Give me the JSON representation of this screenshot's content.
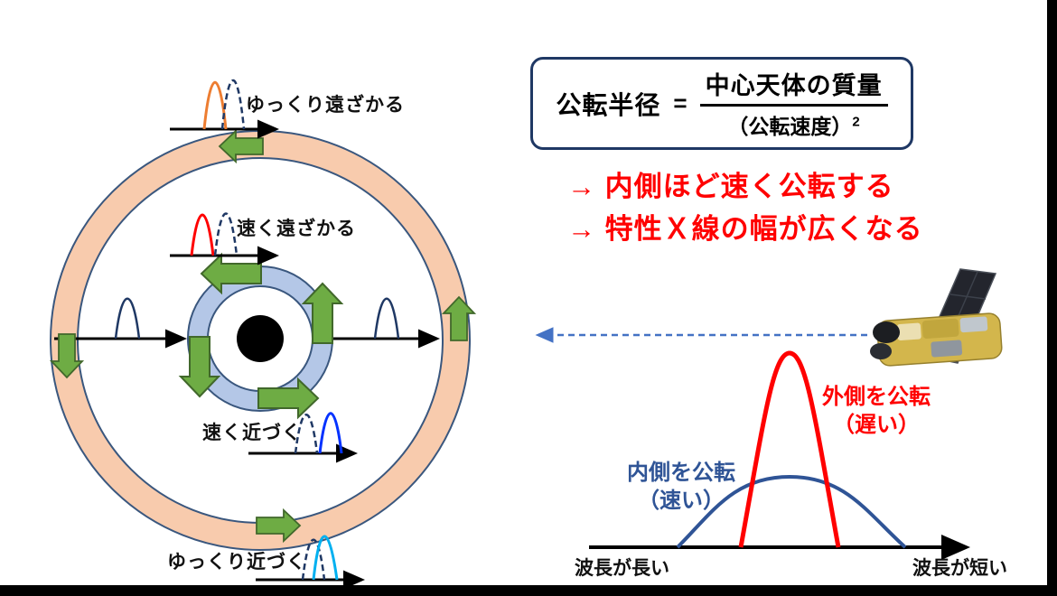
{
  "slide": {
    "formula": {
      "lhs": "公転半径",
      "equals": "=",
      "numerator": "中心天体の質量",
      "denominator": "（公転速度）",
      "exponent": "2"
    },
    "conclusions": {
      "line1": "→ 内側ほど速く公転する",
      "line2": "→ 特性Ｘ線の幅が広くなる"
    },
    "orbit_diagram": {
      "label_outer_recede": "ゆっくり遠ざかる",
      "label_inner_recede": "速く遠ざかる",
      "label_inner_approach": "速く近づく",
      "label_outer_approach": "ゆっくり近づく"
    },
    "spectrum_chart": {
      "label_outer_line1": "外側を公転",
      "label_outer_line2": "（遅い）",
      "label_inner_line1": "内側を公転",
      "label_inner_line2": "（速い）",
      "xaxis_left": "波長が長い",
      "xaxis_right": "波長が短い"
    },
    "colors": {
      "outer_ring_fill": "#F8CBAD",
      "inner_ring_fill": "#B4C7E7",
      "ring_outline": "#3A577E",
      "green_arrow": "#6EAC44",
      "green_arrow_border": "#41682B",
      "peak_orange": "#ED7D31",
      "peak_red": "#FF0000",
      "peak_blue": "#0432FF",
      "peak_lightblue": "#00B0F0",
      "peak_dashed_navy": "#1F3864",
      "dashed_sight_arrow": "#4472C4",
      "curve_red": "#FF0000",
      "curve_blue": "#2F5496",
      "accent_text_red": "#FF0000",
      "formula_border_navy": "#1F3864"
    }
  },
  "chart_data": {
    "type": "line",
    "title": "",
    "xlabel_left": "波長が長い",
    "xlabel_right": "波長が短い",
    "ylabel": "",
    "grid": false,
    "legend_position": "inline-labels",
    "series": [
      {
        "name": "外側を公転（遅い）",
        "color": "#FF0000",
        "profile": "narrow-tall",
        "relative_peak_height": 1.0,
        "relative_width": 0.26,
        "center": "middle"
      },
      {
        "name": "内側を公転（速い）",
        "color": "#2F5496",
        "profile": "broad-short",
        "relative_peak_height": 0.36,
        "relative_width": 0.6,
        "center": "middle"
      }
    ]
  }
}
